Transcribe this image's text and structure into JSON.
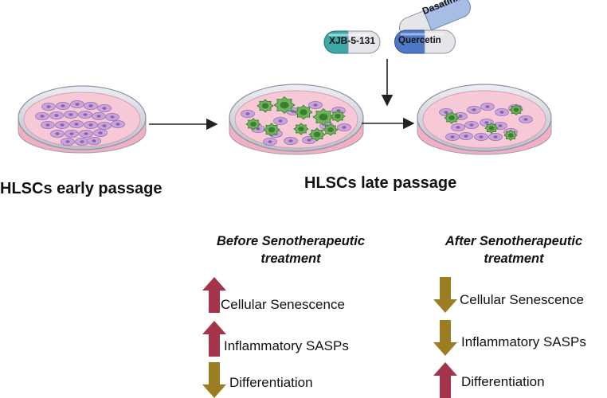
{
  "stages": {
    "early_label": "HLSCs early passage",
    "late_label": "HLSCs late passage"
  },
  "drugs": {
    "xjb": "XJB-5-131",
    "dasatinib": "Dasatinib",
    "quercetin": "Quercetin"
  },
  "before": {
    "heading_line1": "Before Senotherapeutic",
    "heading_line2": "treatment",
    "items": [
      {
        "label": "Cellular Senescence",
        "direction": "up"
      },
      {
        "label": "Inflammatory SASPs",
        "direction": "up"
      },
      {
        "label": "Differentiation",
        "direction": "down"
      }
    ]
  },
  "after": {
    "heading_line1": "After Senotherapeutic",
    "heading_line2": "treatment",
    "items": [
      {
        "label": "Cellular Senescence",
        "direction": "down"
      },
      {
        "label": "Inflammatory SASPs",
        "direction": "down"
      },
      {
        "label": "Differentiation",
        "direction": "up"
      }
    ]
  },
  "colors": {
    "up_arrow": "#a3344a",
    "down_arrow": "#9c7e22",
    "dish_medium": "#f7c9d6",
    "dish_rim": "#c9ced8",
    "normal_cell": "#c9a5dc",
    "senescent_cell": "#6fb35a",
    "xjb_capsule": "#3ca8a8",
    "quercetin_capsule": "#4f78c6",
    "dasatinib_capsule": "#a7bde4"
  }
}
